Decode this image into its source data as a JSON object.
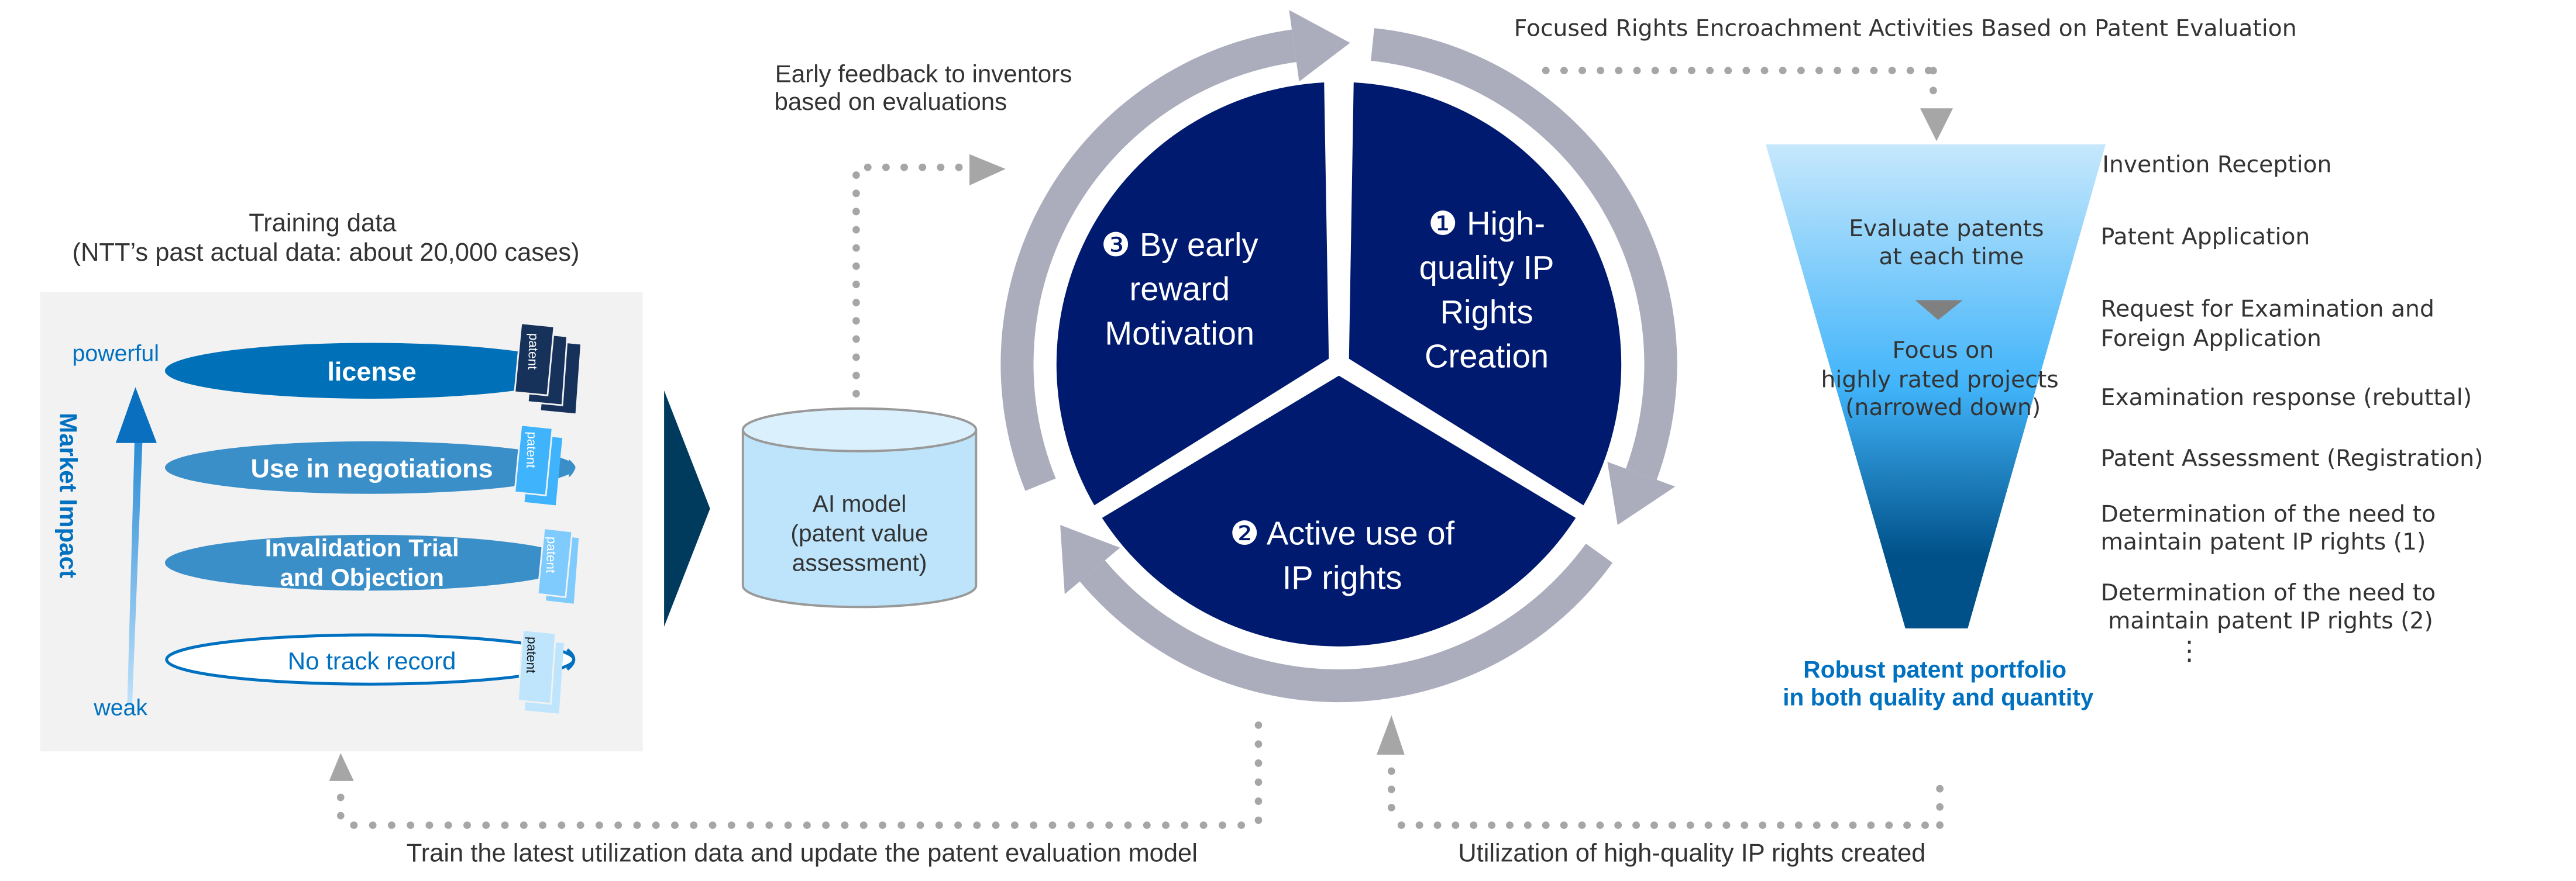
{
  "colors": {
    "navy": "#001a70",
    "ring_gray": "#abadbd",
    "dot_gray": "#a6a6a6",
    "accent_blue": "#0070c0",
    "mid_blue": "#3b8fc9",
    "panel_gray": "#f2f2f2",
    "dark_arrow": "#003a5d",
    "cylinder_fill": "#bde4fb",
    "cylinder_top": "#dbf0fd",
    "funnel_top": "#c6e8fc",
    "funnel_mid": "#41b4fa",
    "funnel_bottom": "#005189",
    "patent_dark": "#17325a",
    "patent_bright": "#3fb3fb",
    "patent_light": "#7fcbfd",
    "patent_pale": "#bfe5fd",
    "text_dark": "#333333"
  },
  "training": {
    "title_line1": "Training data",
    "title_line2": "(NTT’s past actual data: about 20,000 cases)",
    "axis_label": "Market Impact",
    "axis_top": "powerful",
    "axis_bottom": "weak",
    "categories": [
      {
        "label_lines": [
          "license"
        ],
        "style": "solid-dark",
        "patent_stack": 3
      },
      {
        "label_lines": [
          "Use in negotiations"
        ],
        "style": "solid-mid",
        "patent_stack": 2
      },
      {
        "label_lines": [
          "Invalidation Trial",
          "and Objection"
        ],
        "style": "solid-mid",
        "patent_stack": 2
      },
      {
        "label_lines": [
          "No track record"
        ],
        "style": "outline",
        "patent_stack": 2
      }
    ],
    "patent_label": "patent"
  },
  "ai_model": {
    "lines": [
      "AI model",
      "(patent value",
      "assessment)"
    ]
  },
  "feedback_label": {
    "lines": [
      "Early feedback to inventors",
      " based on evaluations"
    ]
  },
  "cycle": {
    "segments": [
      {
        "number": "❶",
        "lines": [
          "High-",
          "quality IP",
          "Rights",
          "Creation"
        ]
      },
      {
        "number": "❷",
        "lines": [
          "Active use of",
          "IP rights"
        ]
      },
      {
        "number": "❸",
        "lines": [
          "By early",
          "reward",
          "Motivation"
        ]
      }
    ]
  },
  "focused_label": "Focused Rights Encroachment Activities Based on Patent Evaluation",
  "funnel": {
    "top_text": [
      "Evaluate patents",
      "at each time"
    ],
    "bottom_text": [
      "Focus on",
      "highly rated projects",
      "(narrowed down)"
    ],
    "result": [
      "Robust patent portfolio",
      "in both quality and quantity"
    ]
  },
  "stages": [
    {
      "lines": [
        "Invention Reception"
      ]
    },
    {
      "lines": [
        "Patent Application"
      ]
    },
    {
      "lines": [
        "Request for Examination and",
        "Foreign Application"
      ]
    },
    {
      "lines": [
        "Examination response (rebuttal)"
      ]
    },
    {
      "lines": [
        "Patent Assessment (Registration)"
      ]
    },
    {
      "lines": [
        "Determination of the need to",
        "maintain patent IP rights (1)"
      ]
    },
    {
      "lines": [
        "Determination of the need to",
        " maintain patent IP rights (2)"
      ]
    }
  ],
  "stages_more": "⋮",
  "bottom_labels": {
    "train": "Train the latest utilization data and update the patent evaluation model",
    "utilization": "Utilization of high-quality IP rights created"
  }
}
